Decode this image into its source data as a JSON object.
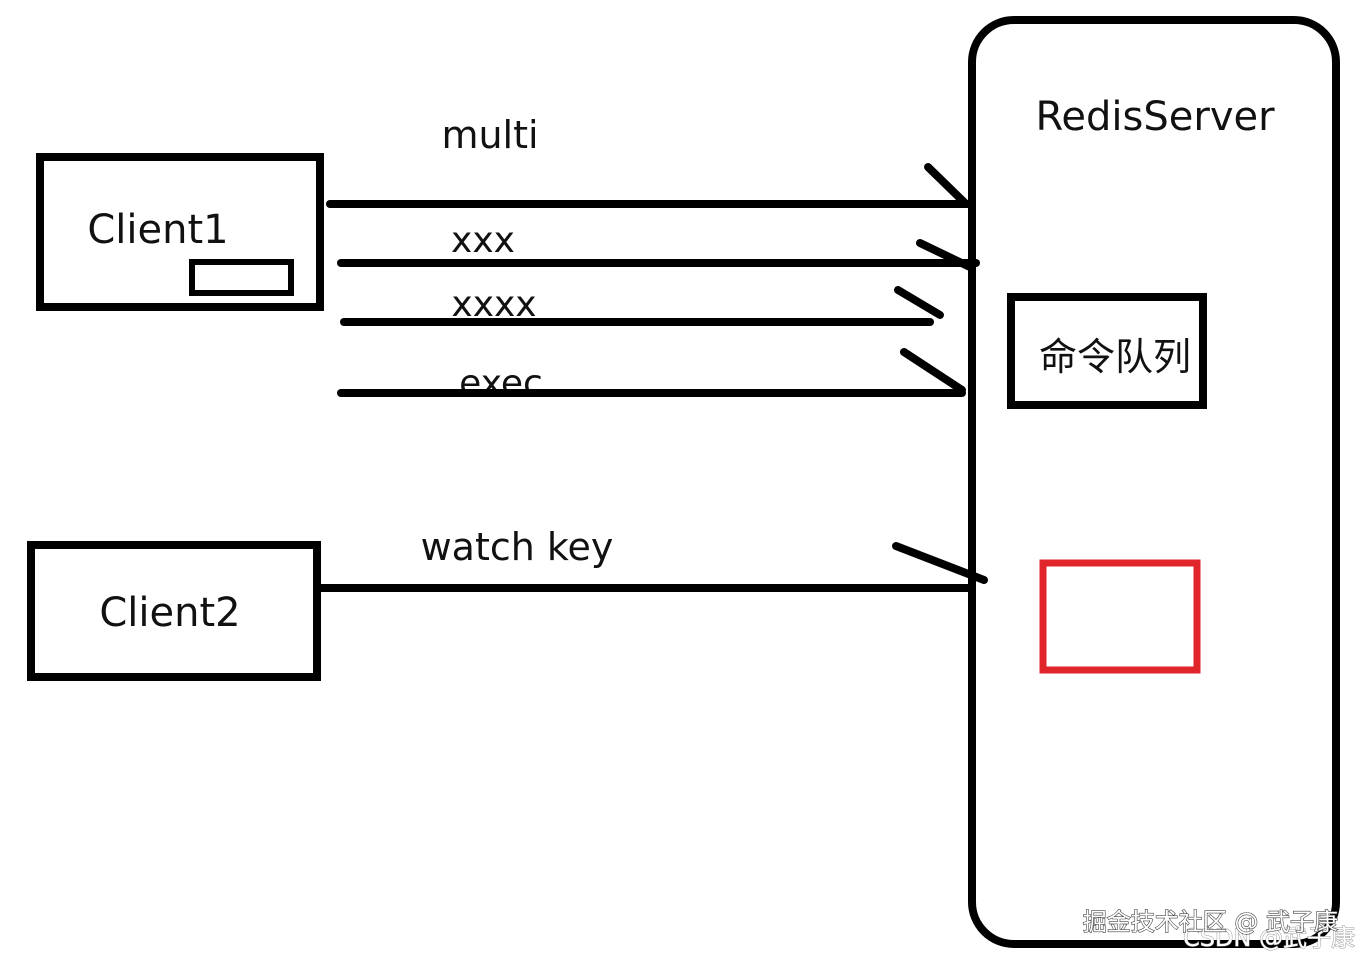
{
  "server": {
    "label": "RedisServer"
  },
  "queue": {
    "label": "命令队列"
  },
  "client1": {
    "label": "Client1"
  },
  "client2": {
    "label": "Client2"
  },
  "commands": [
    {
      "label": "multi"
    },
    {
      "label": "xxx"
    },
    {
      "label": "xxxx"
    },
    {
      "label": "exec"
    }
  ],
  "watch": {
    "label": "watch key"
  },
  "colors": {
    "stroke": "#000000",
    "highlight": "#e0252b"
  },
  "watermark": {
    "primary": "掘金技术社区 @ 武子康",
    "secondary": "CSDN @武子康"
  }
}
